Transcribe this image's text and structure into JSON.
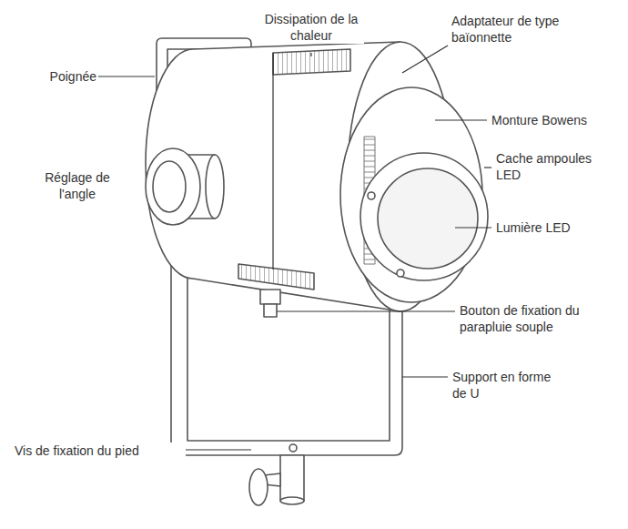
{
  "diagram": {
    "labels": [
      "Poignée",
      "Dissipation de la chaleur",
      "Adaptateur de type baïonnette",
      "Monture Bowens",
      "Cache ampoules LED",
      "Lumière LED",
      "Réglage de l'angle",
      "Bouton de fixation du parapluie souple",
      "Support en forme de U",
      "Vis de fixation du pied"
    ]
  }
}
